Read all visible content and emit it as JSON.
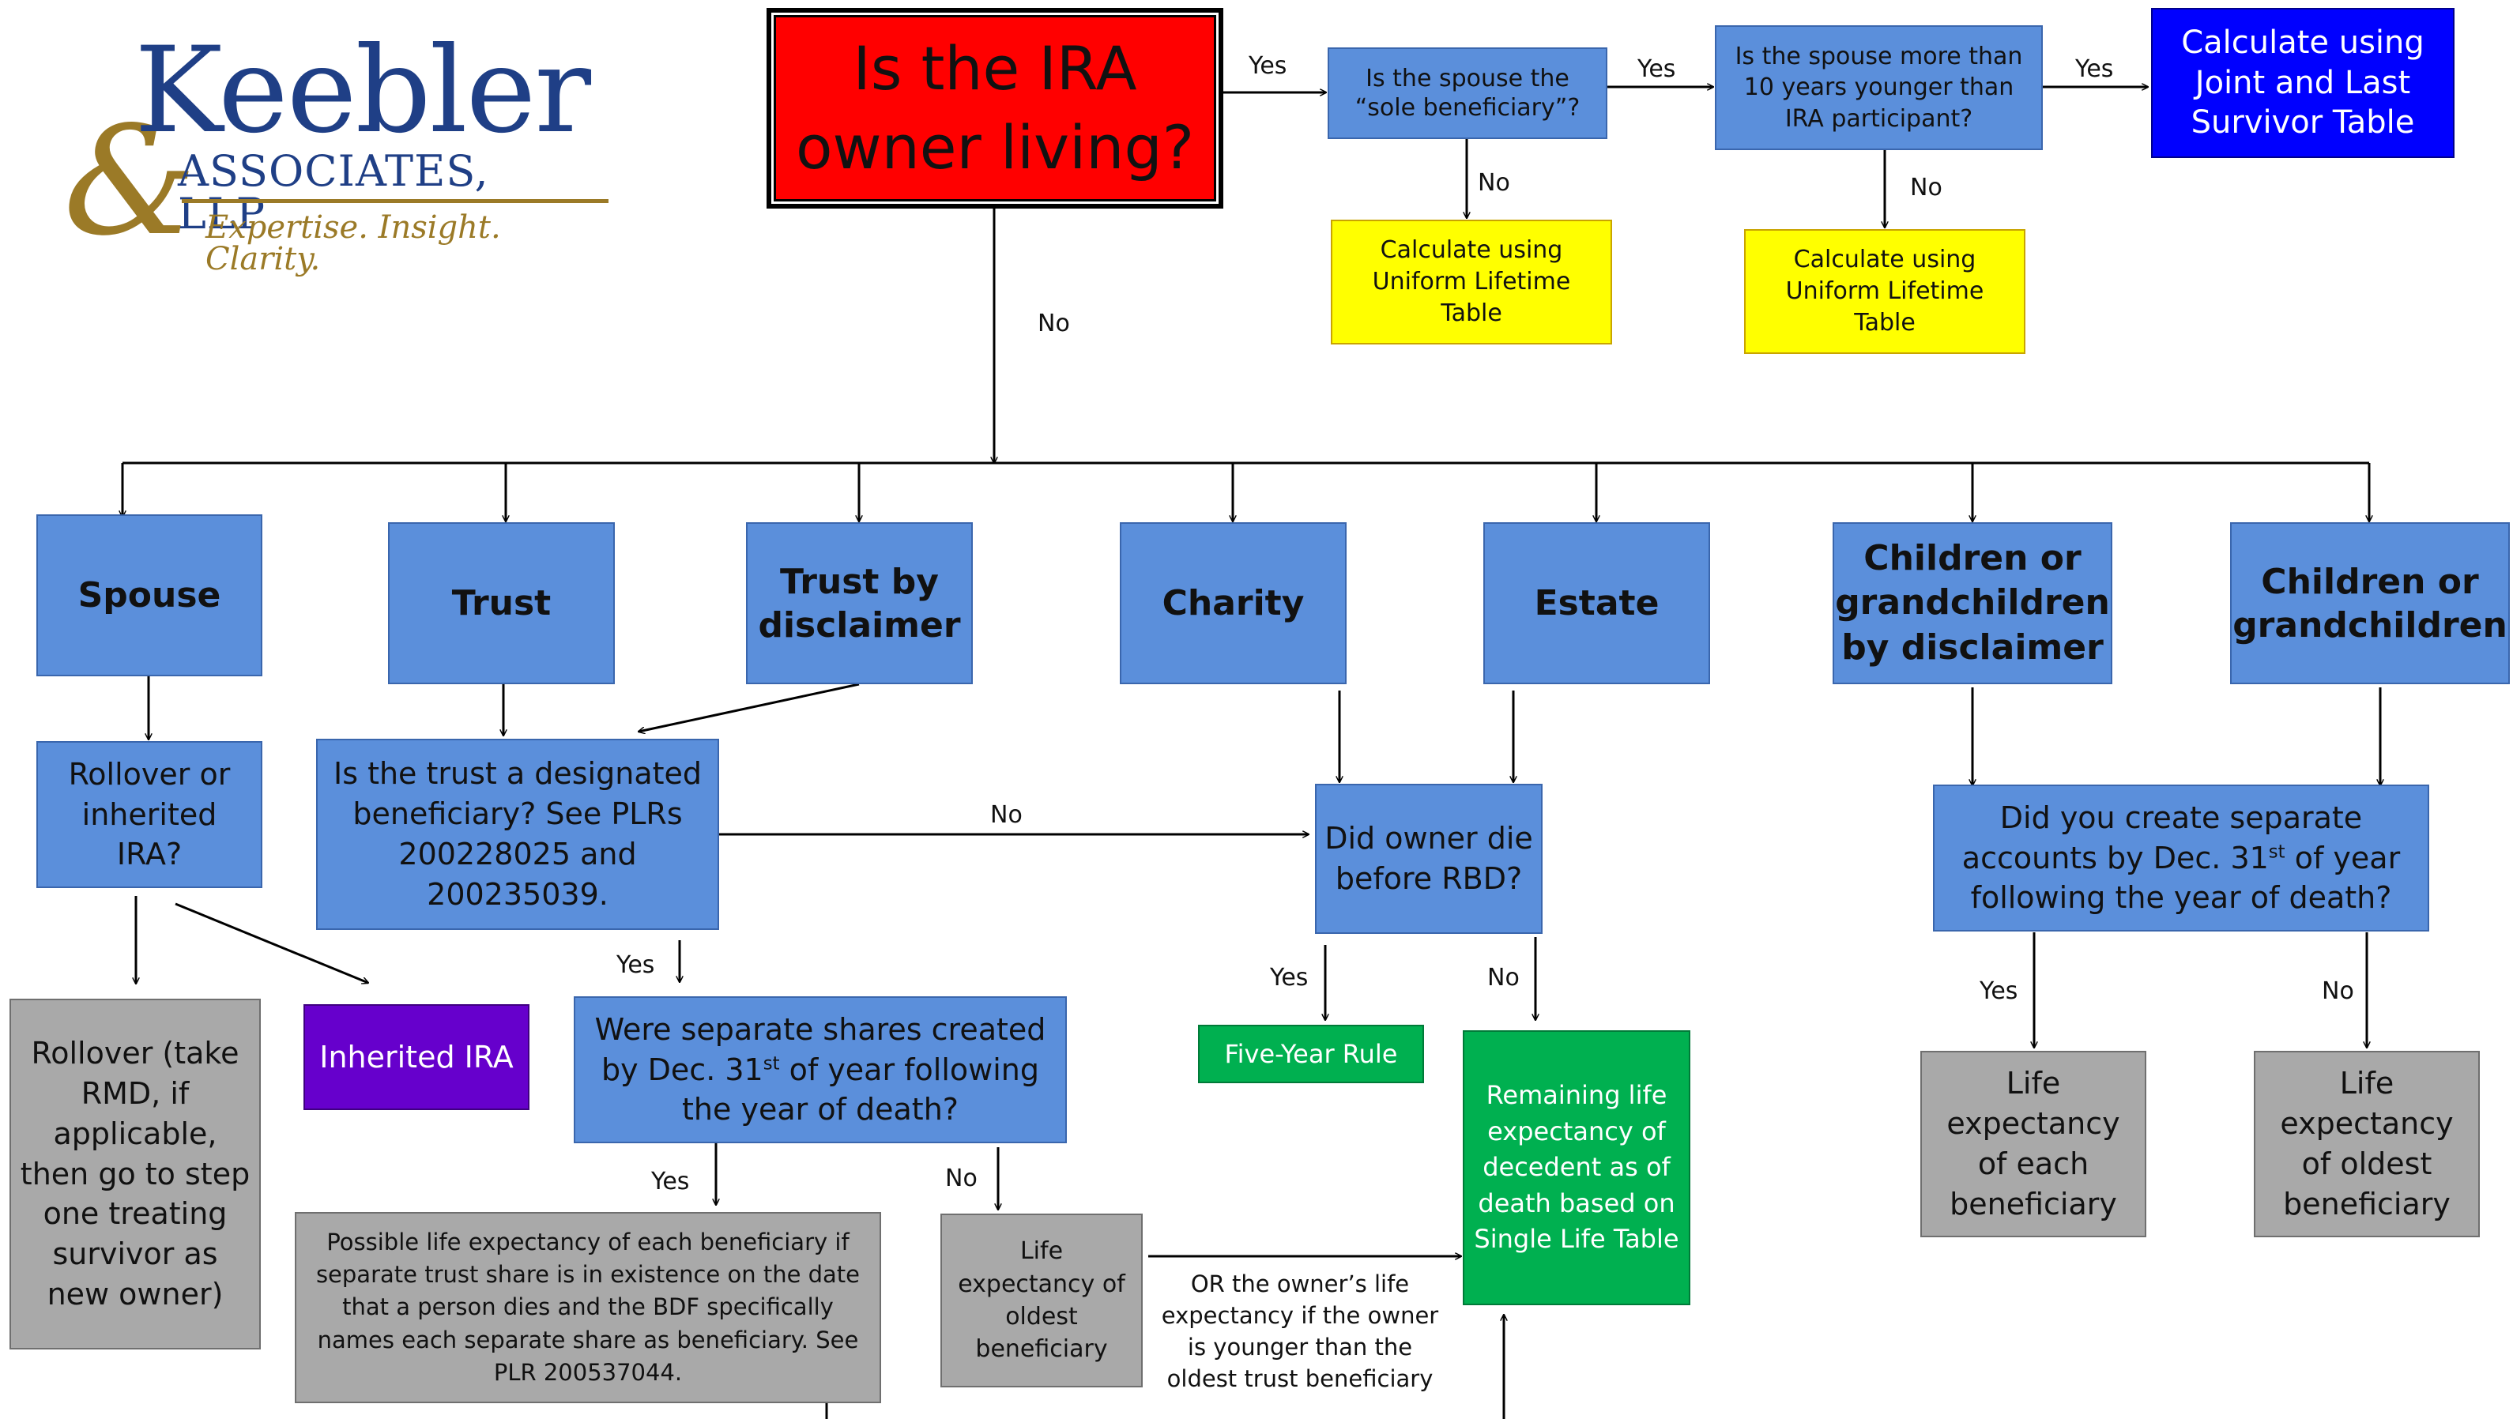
{
  "logo": {
    "ampersand": "&",
    "name": "Keebler",
    "subtitle": "ASSOCIATES, LLP",
    "tagline": "Expertise. Insight. Clarity."
  },
  "colors": {
    "start_box": "#ff0000",
    "decision_box": "#5b8fdb",
    "joint_survivor_box": "#0000ff",
    "uniform_table_box": "#ffff00",
    "outcome_box": "#a9a9a9",
    "green_box": "#00b050",
    "inherited_box": "#6600cc"
  },
  "nodes": {
    "start": "Is the IRA owner living?",
    "sole_beneficiary": "Is the spouse the “sole beneficiary”?",
    "ten_years_younger": "Is the spouse more than 10 years younger than IRA participant?",
    "joint_survivor": "Calculate using Joint and Last Survivor Table",
    "uniform_1": "Calculate using Uniform Lifetime Table",
    "uniform_2": "Calculate using Uniform Lifetime Table",
    "spouse": "Spouse",
    "trust": "Trust",
    "trust_disclaimer": "Trust by disclaimer",
    "charity": "Charity",
    "estate": "Estate",
    "children_disclaimer": "Children or grandchildren by disclaimer",
    "children": "Children or grandchildren",
    "rollover_question": "Rollover or inherited IRA?",
    "trust_question": "Is the trust a designated beneficiary?  See PLRs 200228025 and 200235039.",
    "rbd_question": "Did owner die before RBD?",
    "separate_accounts_pre": "Did you create separate accounts by Dec. 31",
    "separate_accounts_sup": "st",
    "separate_accounts_post": " of year following the year of death?",
    "separate_shares_pre": "Were separate shares created by Dec. 31",
    "separate_shares_sup": "st",
    "separate_shares_post": " of year following the year of death?",
    "rollover_outcome": "Rollover (take RMD, if applicable, then go to step one treating survivor as new owner)",
    "inherited_ira": "Inherited IRA",
    "five_year_rule": "Five-Year Rule",
    "remaining_life": "Remaining life expectancy of decedent as of death based on Single Life Table",
    "each_beneficiary": "Life expectancy of each beneficiary",
    "oldest_beneficiary_children": "Life expectancy of oldest beneficiary",
    "possible_life": "Possible life expectancy of each beneficiary if separate trust share is in existence on the date that a person dies and the BDF specifically names each separate share as beneficiary.  See PLR 200537044.",
    "oldest_beneficiary_trust": "Life expectancy of oldest beneficiary"
  },
  "labels": {
    "yes_start": "Yes",
    "yes_sole": "Yes",
    "yes_ten": "Yes",
    "no_sole": "No",
    "no_ten": "No",
    "no_start": "No",
    "no_trust": "No",
    "yes_trust": "Yes",
    "yes_rbd": "Yes",
    "no_rbd": "No",
    "yes_accounts": "Yes",
    "no_accounts": "No",
    "yes_shares": "Yes",
    "no_shares": "No"
  },
  "note": "OR the owner’s life expectancy if the owner is younger than the oldest trust beneficiary"
}
